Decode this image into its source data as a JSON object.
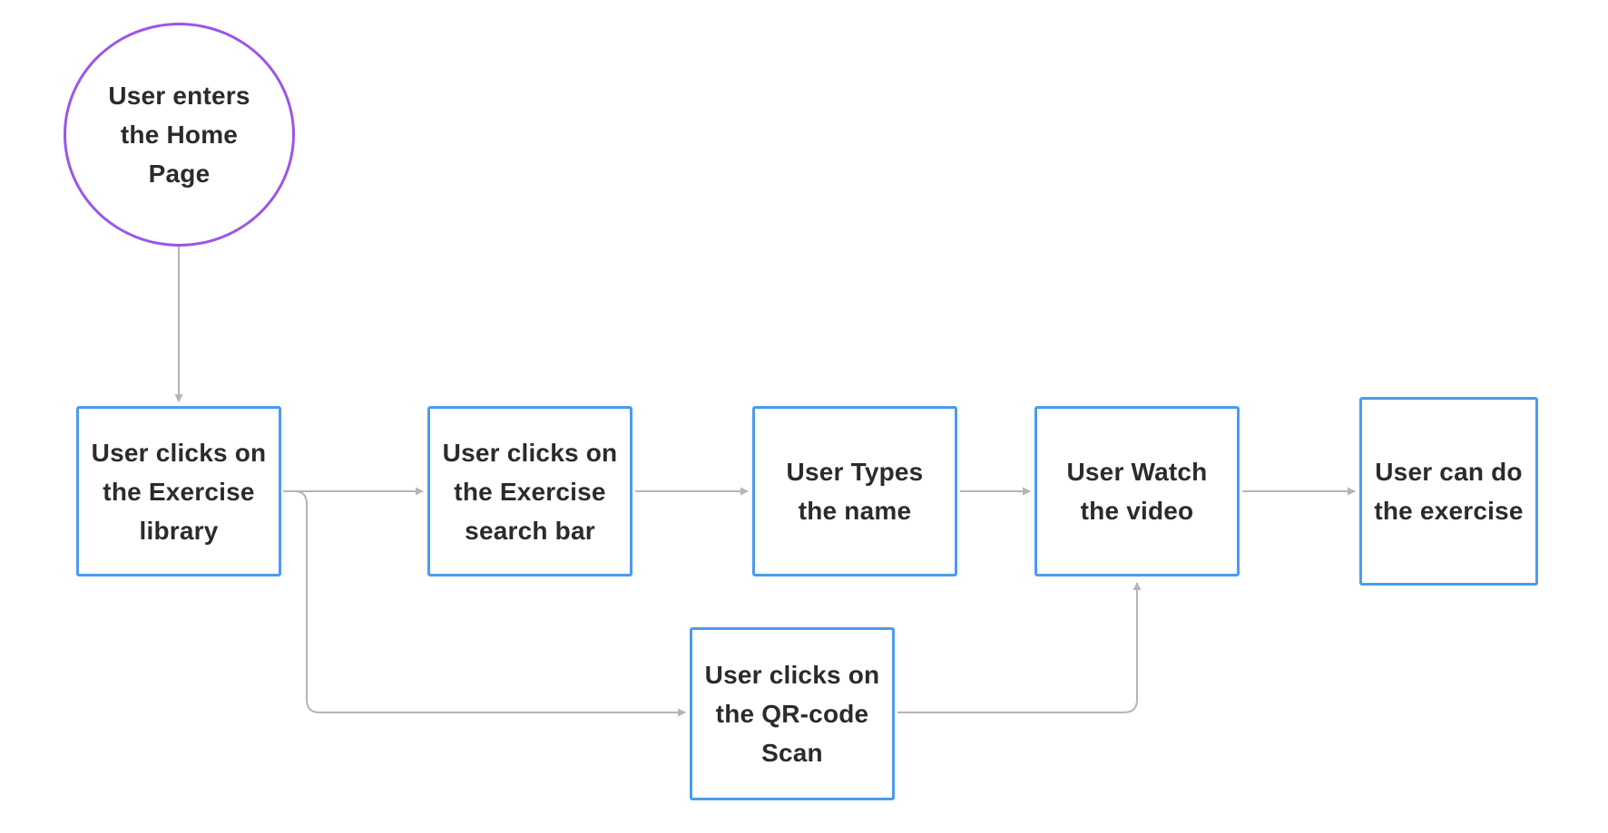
{
  "diagram": {
    "colors": {
      "box_border": "#4a9bef",
      "start_border": "#9b55e8",
      "connector": "#b5b5b5",
      "text": "#2b2b2b"
    },
    "nodes": {
      "start": {
        "label": "User enters\nthe Home\nPage",
        "shape": "circle"
      },
      "library": {
        "label": "User clicks on\nthe Exercise\nlibrary",
        "shape": "box"
      },
      "searchbar": {
        "label": "User clicks on\nthe Exercise\nsearch bar",
        "shape": "box"
      },
      "type_name": {
        "label": "User Types\nthe name",
        "shape": "box"
      },
      "watch_video": {
        "label": "User Watch\nthe video",
        "shape": "box"
      },
      "do_exercise": {
        "label": "User can do\nthe exercise",
        "shape": "box"
      },
      "qr_scan": {
        "label": "User clicks on\nthe QR-code\nScan",
        "shape": "box"
      }
    },
    "edges": [
      {
        "from": "start",
        "to": "library"
      },
      {
        "from": "library",
        "to": "searchbar"
      },
      {
        "from": "searchbar",
        "to": "type_name"
      },
      {
        "from": "type_name",
        "to": "watch_video"
      },
      {
        "from": "watch_video",
        "to": "do_exercise"
      },
      {
        "from": "library",
        "to": "qr_scan"
      },
      {
        "from": "qr_scan",
        "to": "watch_video"
      }
    ]
  }
}
